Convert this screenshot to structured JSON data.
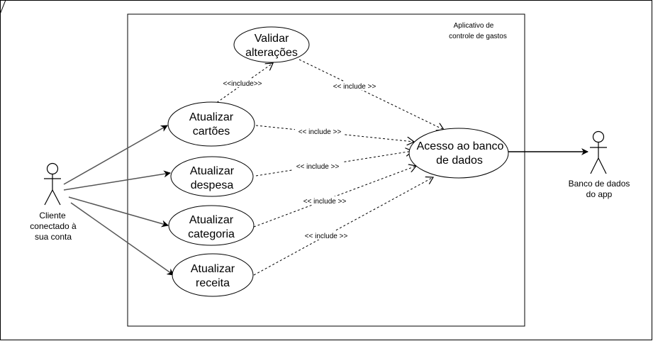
{
  "system": {
    "title_line1": "Aplicativo de",
    "title_line2": "controle de gastos"
  },
  "actors": {
    "client": {
      "line1": "Cliente",
      "line2": "conectado à",
      "line3": "sua conta"
    },
    "database": {
      "line1": "Banco de dados",
      "line2": "do app"
    }
  },
  "use_cases": {
    "validar": {
      "line1": "Validar",
      "line2": "alterações"
    },
    "cartoes": {
      "line1": "Atualizar",
      "line2": "cartões"
    },
    "despesa": {
      "line1": "Atualizar",
      "line2": "despesa"
    },
    "categoria": {
      "line1": "Atualizar",
      "line2": "categoria"
    },
    "receita": {
      "line1": "Atualizar",
      "line2": "receita"
    },
    "acesso": {
      "line1": "Acesso ao banco",
      "line2": "de dados"
    }
  },
  "relations": {
    "include_validar": "<<include>>",
    "include_validar_acesso": "<< include >>",
    "include_cartoes": "<< include >>",
    "include_despesa": "<< include >>",
    "include_categoria": "<< include >>",
    "include_receita": "<< include >>"
  }
}
